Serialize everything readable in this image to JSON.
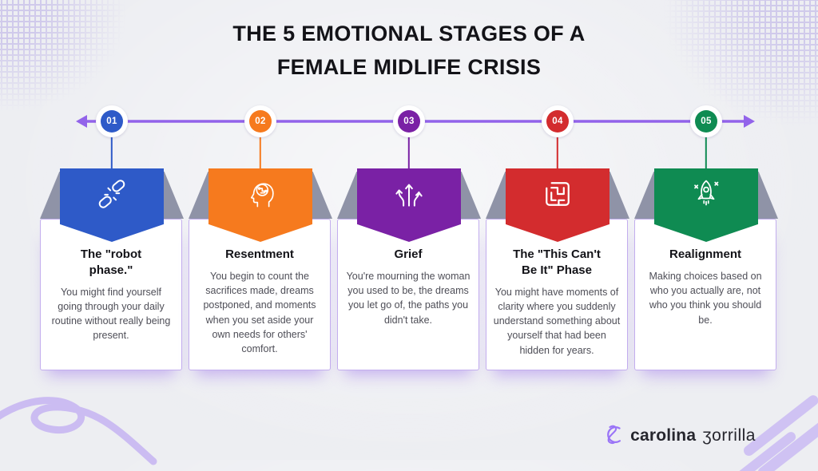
{
  "page_title": {
    "line1": "THE 5 EMOTIONAL STAGES OF A",
    "line2": "FEMALE MIDLIFE CRISIS"
  },
  "timeline": {
    "start_icon": "arrow-left-icon",
    "end_icon": "arrow-right-icon"
  },
  "stages": [
    {
      "number": "01",
      "color": "#2e5ac8",
      "icon": "broken-chain-icon",
      "title": "The \"robot\nphase.\"",
      "body": "You might find yourself going through your daily routine without really being present."
    },
    {
      "number": "02",
      "color": "#f67a1e",
      "icon": "head-circuit-icon",
      "title": "Resentment",
      "body": "You begin to count the sacrifices made, dreams postponed, and moments when you set aside your own needs for others' comfort."
    },
    {
      "number": "03",
      "color": "#7a21a5",
      "icon": "branching-arrows-icon",
      "title": "Grief",
      "body": "You're mourning the woman you used to be, the dreams you let go of, the paths you didn't take."
    },
    {
      "number": "04",
      "color": "#d32c2e",
      "icon": "maze-icon",
      "title": "The \"This Can't\nBe It\" Phase",
      "body": "You might have moments of clarity where you suddenly understand something about yourself that had been hidden for years."
    },
    {
      "number": "05",
      "color": "#0f8b52",
      "icon": "rocket-icon",
      "title": "Realignment",
      "body": "Making choices based on who you actually are, not who you think you should be."
    }
  ],
  "brand": {
    "icon": "cz-monogram-icon",
    "first": "carolina",
    "last": "ʒorrilla"
  },
  "palette": {
    "page_bg": "#edeef2",
    "ink": "#131318",
    "body_text": "#4e4e57",
    "timeline": "#9263ea",
    "card_border": "#c3aeee",
    "wing": "#8f93a7",
    "shadow": "rgba(146,99,234,0.45)",
    "decor": "#b9aee6",
    "brand_icon": "#9a74f7",
    "brand_text": "#26262e"
  }
}
